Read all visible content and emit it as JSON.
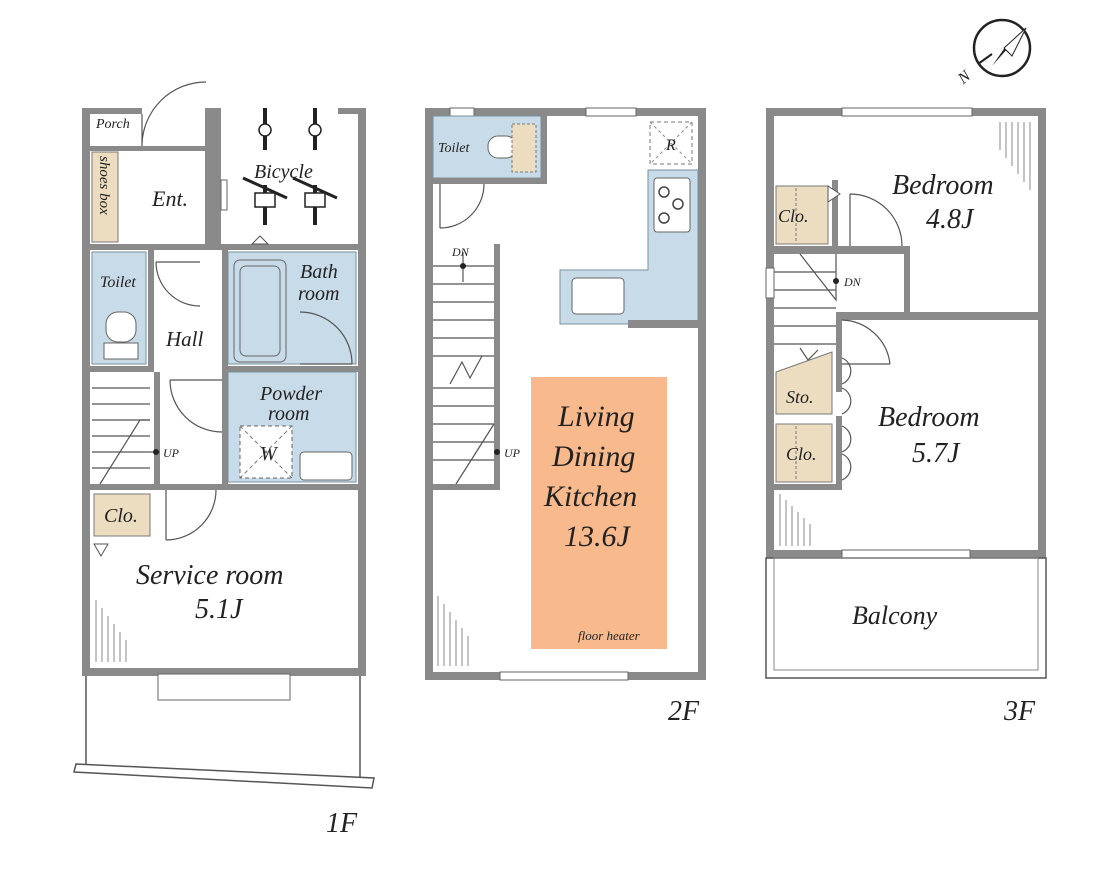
{
  "floors": {
    "f1": {
      "label": "1F",
      "rooms": {
        "porch": "Porch",
        "shoes_box": "shoes box",
        "entrance": "Ent.",
        "bicycle": "Bicycle",
        "toilet": "Toilet",
        "hall": "Hall",
        "bath_line1": "Bath",
        "bath_line2": "room",
        "powder_line1": "Powder",
        "powder_line2": "room",
        "washer": "W",
        "closet": "Clo.",
        "up": "UP",
        "service_line1": "Service room",
        "service_line2": "5.1J"
      }
    },
    "f2": {
      "label": "2F",
      "rooms": {
        "toilet": "Toilet",
        "fridge": "R",
        "dn": "DN",
        "up": "UP",
        "ldk_line1": "Living",
        "ldk_line2": "Dining",
        "ldk_line3": "Kitchen",
        "ldk_line4": "13.6J",
        "floor_heater": "floor heater"
      }
    },
    "f3": {
      "label": "3F",
      "rooms": {
        "closet_top": "Clo.",
        "bedroom1_line1": "Bedroom",
        "bedroom1_line2": "4.8J",
        "dn": "DN",
        "storage": "Sto.",
        "closet_bottom": "Clo.",
        "bedroom2_line1": "Bedroom",
        "bedroom2_line2": "5.7J",
        "balcony": "Balcony"
      }
    }
  },
  "compass": {
    "label": "N",
    "icon": "north-arrow-icon"
  },
  "colors": {
    "wall": "#8a8a8a",
    "wet_area": "#c8dbe8",
    "storage": "#ecdcc0",
    "floor_heater": "#f8b98c"
  }
}
